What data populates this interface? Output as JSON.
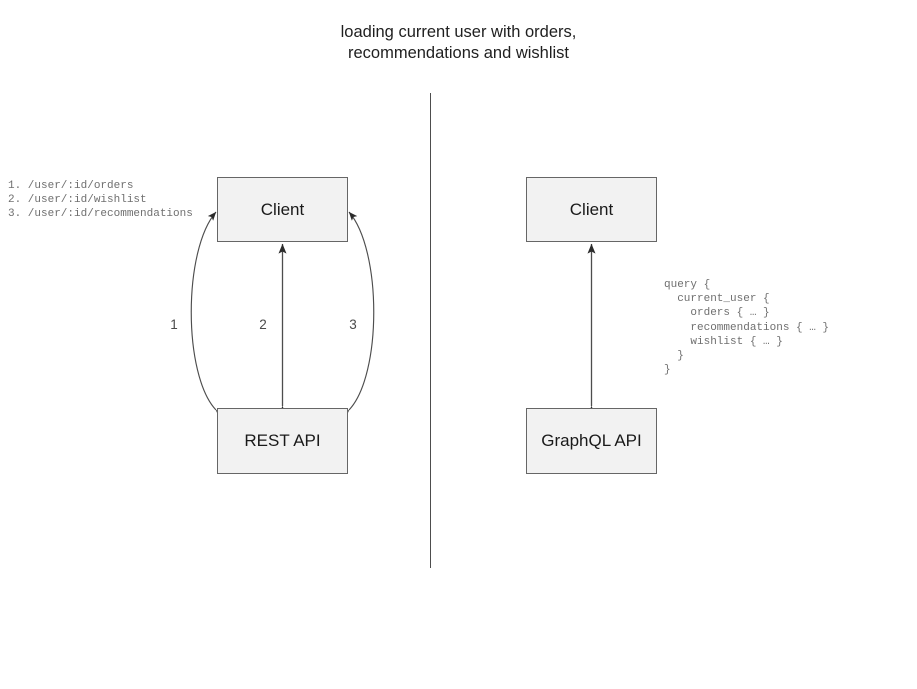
{
  "diagram": {
    "title": "loading current user with orders,\nrecommendations and wishlist",
    "divider": {
      "present": true
    },
    "left_panel": {
      "name": "rest-approach",
      "nodes": [
        {
          "id": "rest-client",
          "label": "Client"
        },
        {
          "id": "rest-api",
          "label": "REST API"
        }
      ],
      "edges": [
        {
          "id": "edge-1",
          "label": "1",
          "shape": "curve-left",
          "direction": "bidirectional"
        },
        {
          "id": "edge-2",
          "label": "2",
          "shape": "straight",
          "direction": "bidirectional"
        },
        {
          "id": "edge-3",
          "label": "3",
          "shape": "curve-right",
          "direction": "bidirectional"
        }
      ],
      "endpoints_text": "1. /user/:id/orders\n2. /user/:id/wishlist\n3. /user/:id/recommendations"
    },
    "right_panel": {
      "name": "graphql-approach",
      "nodes": [
        {
          "id": "gql-client",
          "label": "Client"
        },
        {
          "id": "gql-api",
          "label": "GraphQL API"
        }
      ],
      "edges": [
        {
          "id": "edge-gql",
          "label": "",
          "shape": "straight",
          "direction": "bidirectional"
        }
      ],
      "query_text": "query {\n  current_user {\n    orders { … }\n    recommendations { … }\n    wishlist { … }\n  }\n}"
    }
  },
  "colors": {
    "background": "#ffffff",
    "box_fill": "#f2f2f2",
    "box_border": "#666666",
    "stroke": "#4d4d4d",
    "title_text": "#1f1f1f",
    "code_text": "#6f6f6f",
    "edge_label_text": "#4a4a4a"
  }
}
